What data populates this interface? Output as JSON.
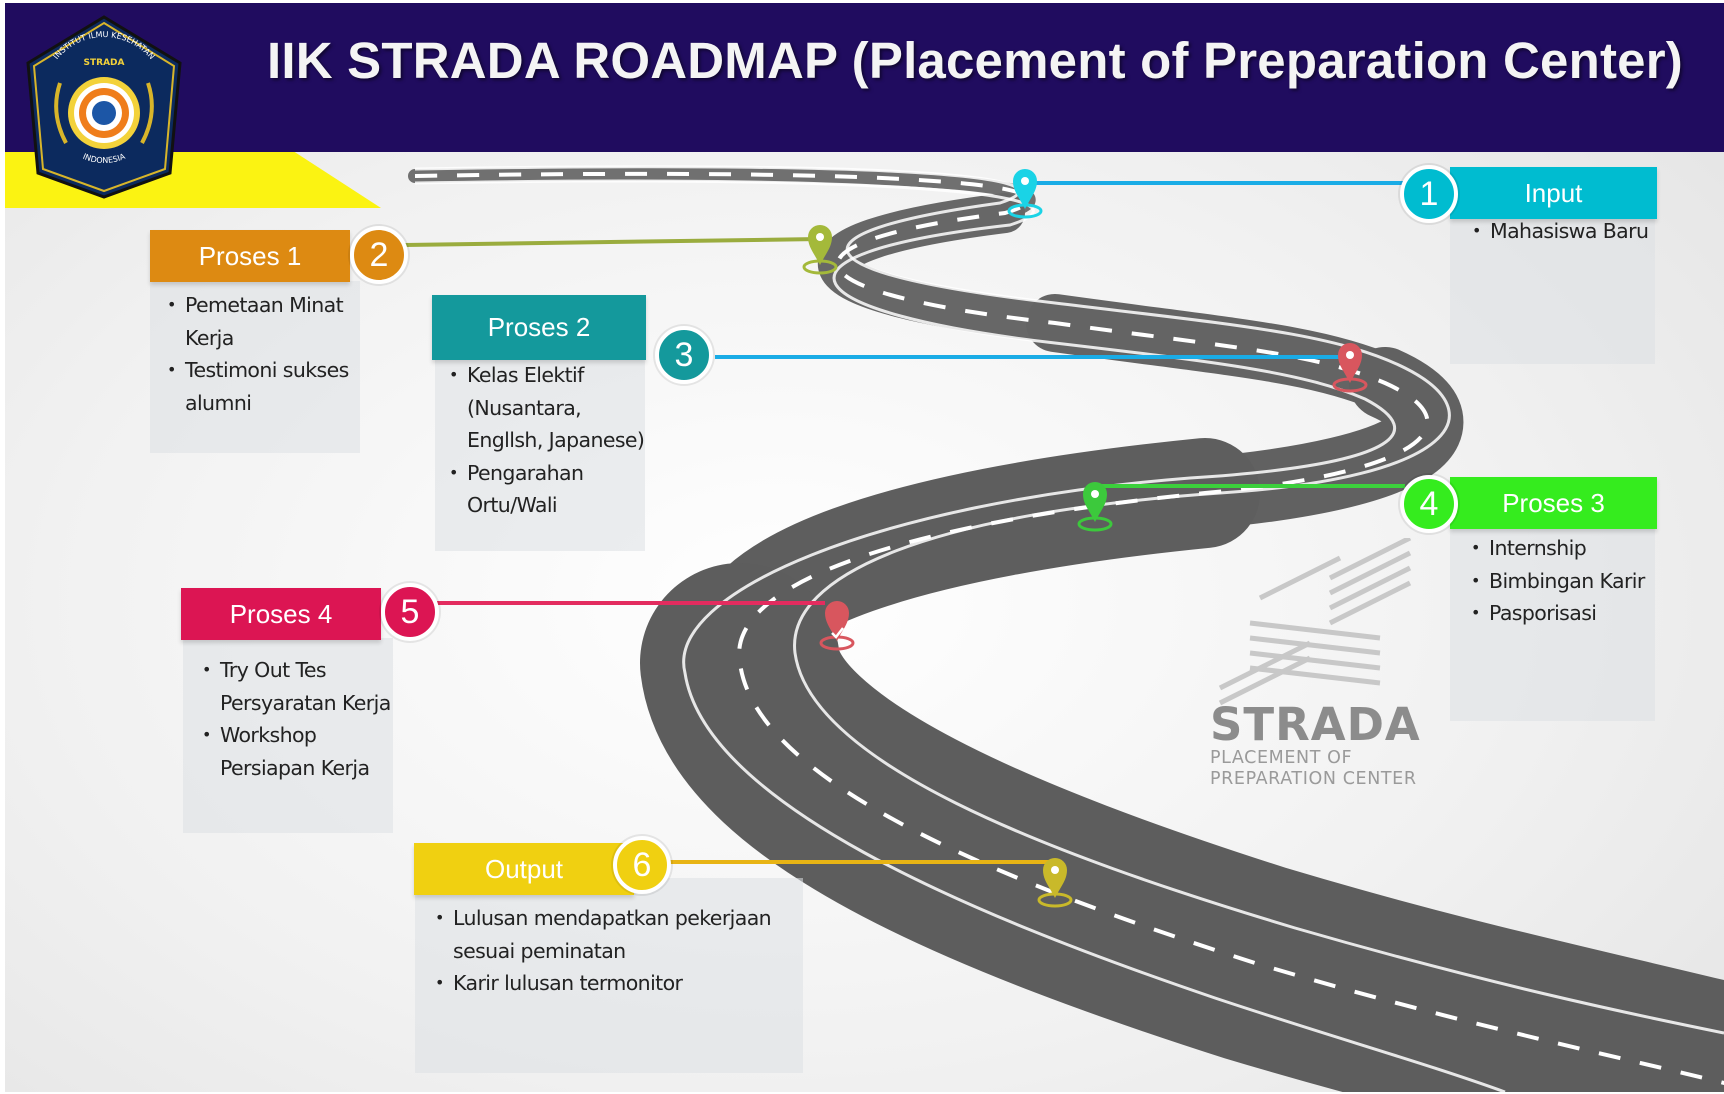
{
  "title": "IIK STRADA ROADMAP (Placement of Preparation Center)",
  "logo": {
    "ring_text_top": "INSTITUT ILMU KESEHATAN",
    "ring_text_mid": "STRADA",
    "ring_text_bottom": "INDONESIA"
  },
  "steps": [
    {
      "number": "1",
      "header": "Input",
      "color": "#00bcd0",
      "points": [
        "Mahasiswa Baru"
      ]
    },
    {
      "number": "2",
      "header": "Proses 1",
      "color": "#dd8a12",
      "points": [
        "Pemetaan Minat",
        "Kerja",
        "Testimoni sukses",
        "alumni"
      ]
    },
    {
      "number": "3",
      "header": "Proses 2",
      "color": "#14999c",
      "points": [
        "Kelas Elektif",
        "(Nusantara,",
        "Engllsh, Japanese)",
        "Pengarahan",
        "Ortu/Wali"
      ]
    },
    {
      "number": "4",
      "header": "Proses 3",
      "color": "#35ec1e",
      "points": [
        "Internship",
        "Bimbingan Karir",
        "Pasporisasi"
      ]
    },
    {
      "number": "5",
      "header": "Proses 4",
      "color": "#dc1553",
      "points": [
        "Try Out Tes",
        "Persyaratan Kerja",
        "Workshop",
        "Persiapan Kerja"
      ]
    },
    {
      "number": "6",
      "header": "Output",
      "color": "#f0d011",
      "points": [
        "Lulusan mendapatkan pekerjaan",
        "sesuai peminatan",
        "Karir lulusan termonitor"
      ]
    }
  ],
  "connector_colors": {
    "pin1": "#1ad3e6",
    "pin2": "#a4b93a",
    "pin3": "#d8565e",
    "pin4": "#3cc93c",
    "pin5": "#d8565e",
    "pin6": "#c9b92a",
    "line3": "#1aa8dc"
  },
  "watermark": {
    "name": "STRADA",
    "subtitle_line1": "PLACEMENT OF",
    "subtitle_line2": "PREPARATION CENTER"
  }
}
